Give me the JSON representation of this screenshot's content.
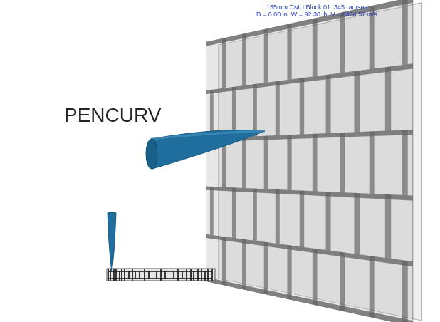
{
  "diagram": {
    "labels": [
      "PENCURV",
      "155mm CMU Block 01  345 rad/sec",
      "D = 6.00 in  W = 92.30 lb  V = 8464.57 in/s"
    ]
  }
}
